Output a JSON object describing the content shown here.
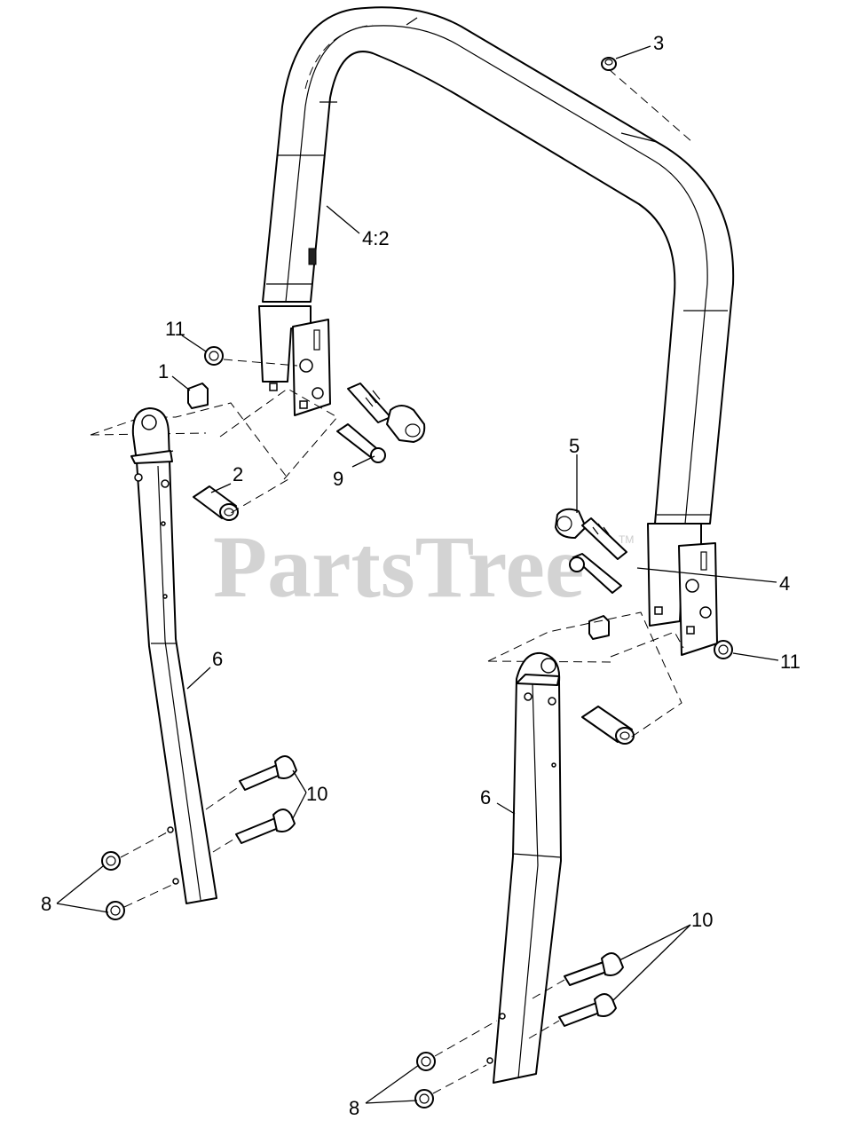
{
  "watermark": {
    "text": "PartsTree",
    "trademark": "TM"
  },
  "callouts": {
    "c1": "1",
    "c2": "2",
    "c3": "3",
    "c4": "4",
    "c4_2": "4:2",
    "c5": "5",
    "c6_left": "6",
    "c6_right": "6",
    "c8_left": "8",
    "c8_right": "8",
    "c9": "9",
    "c10_left": "10",
    "c10_right": "10",
    "c11_left": "11",
    "c11_right": "11"
  }
}
